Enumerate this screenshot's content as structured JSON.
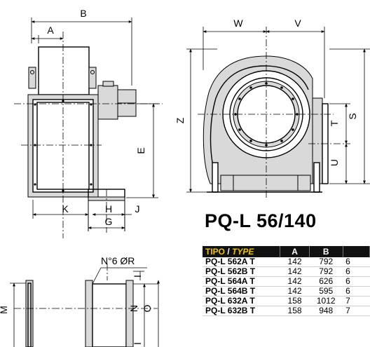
{
  "dimension_labels": {
    "A": "A",
    "B": "B",
    "E": "E",
    "G": "G",
    "H": "H",
    "J": "J",
    "K": "K",
    "M": "M",
    "N": "N",
    "O": "O",
    "S": "S",
    "T": "T",
    "U": "U",
    "V": "V",
    "W": "W",
    "Z": "Z",
    "holes": "N°6 ØR",
    "I": "I"
  },
  "title": "PQ-L 56/140",
  "table": {
    "headers": {
      "tipo": "TIPO",
      "sep": " / ",
      "type": "TYPE",
      "a": "A",
      "b": "B",
      "c": ""
    },
    "rows": [
      {
        "tipo": "PQ-L 562A T",
        "a": "142",
        "b": "792",
        "c": "6"
      },
      {
        "tipo": "PQ-L 562B T",
        "a": "142",
        "b": "792",
        "c": "6"
      },
      {
        "tipo": "PQ-L 564A T",
        "a": "142",
        "b": "626",
        "c": "6"
      },
      {
        "tipo": "PQ-L 564B T",
        "a": "142",
        "b": "595",
        "c": "6"
      },
      {
        "tipo": "PQ-L 632A T",
        "a": "158",
        "b": "1012",
        "c": "7"
      },
      {
        "tipo": "PQ-L 632B T",
        "a": "158",
        "b": "948",
        "c": "7"
      }
    ]
  }
}
